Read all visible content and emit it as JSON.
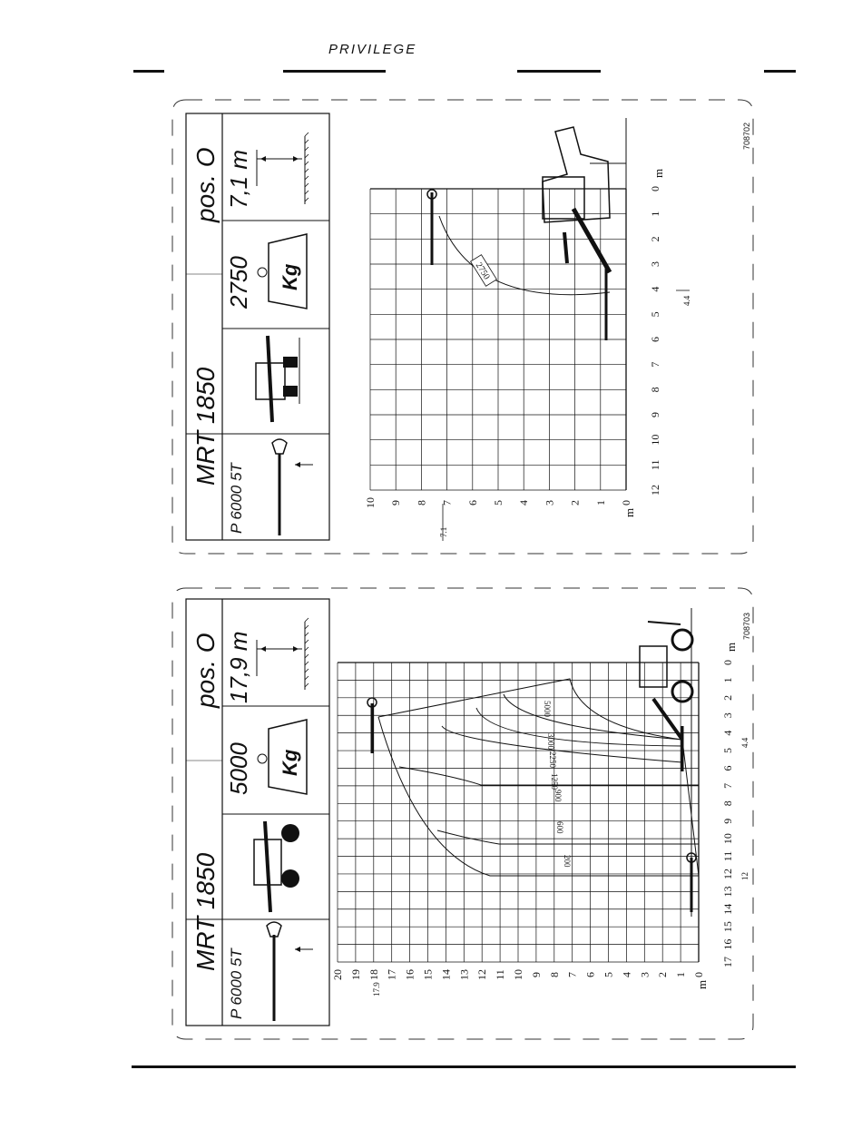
{
  "header": {
    "brand": "PRIVILEGE"
  },
  "panels": [
    {
      "model": "MRT 1850",
      "position_label": "pos. O",
      "capacity": "2750",
      "kg_label": "Kg",
      "height": "7,1 m",
      "attachment": "P 6000 5T",
      "ref_code": "708702",
      "chart_data": {
        "type": "diagram",
        "x_axis": {
          "label": "m",
          "ticks": [
            "0",
            "1",
            "2",
            "3",
            "4",
            "5",
            "6",
            "7",
            "8",
            "9",
            "10",
            "11",
            "12"
          ]
        },
        "y_axis": {
          "label": "m",
          "ticks": [
            "0",
            "1",
            "2",
            "3",
            "4",
            "5",
            "6",
            "7",
            "8",
            "9",
            "10"
          ]
        },
        "annotations": {
          "max_height": "7.1",
          "max_reach": "4.4"
        },
        "load_curves": [
          {
            "label": "2750"
          }
        ]
      }
    },
    {
      "model": "MRT 1850",
      "position_label": "pos. O",
      "capacity": "5000",
      "kg_label": "Kg",
      "height": "17,9 m",
      "attachment": "P 6000 5T",
      "ref_code": "708703",
      "chart_data": {
        "type": "diagram",
        "x_axis": {
          "label": "m",
          "ticks": [
            "0",
            "1",
            "2",
            "3",
            "4",
            "5",
            "6",
            "7",
            "8",
            "9",
            "10",
            "11",
            "12",
            "13",
            "14",
            "15",
            "16",
            "17"
          ]
        },
        "y_axis": {
          "label": "m",
          "ticks": [
            "0",
            "1",
            "2",
            "3",
            "4",
            "5",
            "6",
            "7",
            "8",
            "9",
            "10",
            "11",
            "12",
            "13",
            "14",
            "15",
            "16",
            "17",
            "18",
            "19",
            "20"
          ]
        },
        "annotations": {
          "max_height": "17.9",
          "reach_near": "4.4",
          "reach_far": "12"
        },
        "load_curves": [
          {
            "label": "5000"
          },
          {
            "label": "3000"
          },
          {
            "label": "2250"
          },
          {
            "label": "1250"
          },
          {
            "label": "900"
          },
          {
            "label": "600"
          },
          {
            "label": "200"
          }
        ]
      }
    }
  ]
}
